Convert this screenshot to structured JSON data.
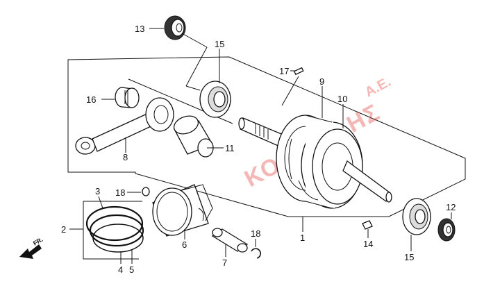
{
  "callouts": [
    {
      "id": "13",
      "text": "13"
    },
    {
      "id": "15a",
      "text": "15"
    },
    {
      "id": "17",
      "text": "17"
    },
    {
      "id": "9",
      "text": "9"
    },
    {
      "id": "10",
      "text": "10"
    },
    {
      "id": "16",
      "text": "16"
    },
    {
      "id": "8",
      "text": "8"
    },
    {
      "id": "11",
      "text": "11"
    },
    {
      "id": "3",
      "text": "3"
    },
    {
      "id": "18a",
      "text": "18"
    },
    {
      "id": "2",
      "text": "2"
    },
    {
      "id": "4",
      "text": "4"
    },
    {
      "id": "5",
      "text": "5"
    },
    {
      "id": "6",
      "text": "6"
    },
    {
      "id": "7",
      "text": "7"
    },
    {
      "id": "18b",
      "text": "18"
    },
    {
      "id": "1",
      "text": "1"
    },
    {
      "id": "14",
      "text": "14"
    },
    {
      "id": "12",
      "text": "12"
    },
    {
      "id": "15b",
      "text": "15"
    }
  ],
  "direction_marker": {
    "text": "FR."
  },
  "watermark": {
    "main": "ΚΟΡΙΚΟΛΗΣ",
    "suffix": "A.E."
  },
  "colors": {
    "watermark": "#e4332f",
    "lines": "#111111",
    "background": "#ffffff"
  }
}
